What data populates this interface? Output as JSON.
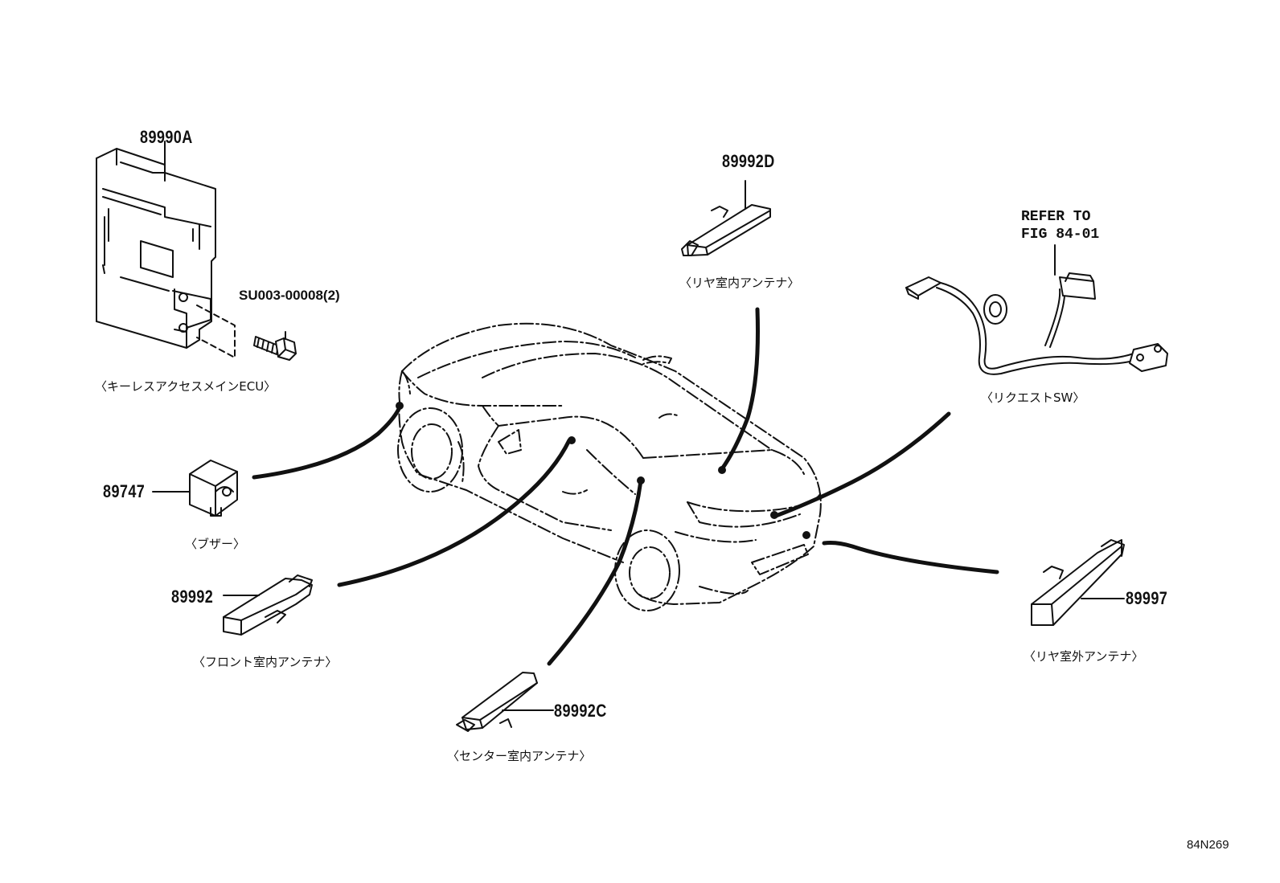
{
  "diagram": {
    "parts": [
      {
        "id": "ecu",
        "number": "89990A",
        "caption": "〈キーレスアクセスメインECU〉"
      },
      {
        "id": "bolt",
        "number": "SU003-00008(2)"
      },
      {
        "id": "buzzer",
        "number": "89747",
        "caption": "〈ブザー〉"
      },
      {
        "id": "front-antenna",
        "number": "89992",
        "caption": "〈フロント室内アンテナ〉"
      },
      {
        "id": "center-antenna",
        "number": "89992C",
        "caption": "〈センター室内アンテナ〉"
      },
      {
        "id": "rear-antenna",
        "number": "89992D",
        "caption": "〈リヤ室内アンテナ〉"
      },
      {
        "id": "request-switch",
        "caption": "〈リクエストSW〉"
      },
      {
        "id": "rear-outer-antenna",
        "number": "89997",
        "caption": "〈リヤ室外アンテナ〉"
      }
    ],
    "refer_note": "REFER TO\nFIG 84-01",
    "figure_code": "84N269",
    "line_color": "#111111"
  }
}
